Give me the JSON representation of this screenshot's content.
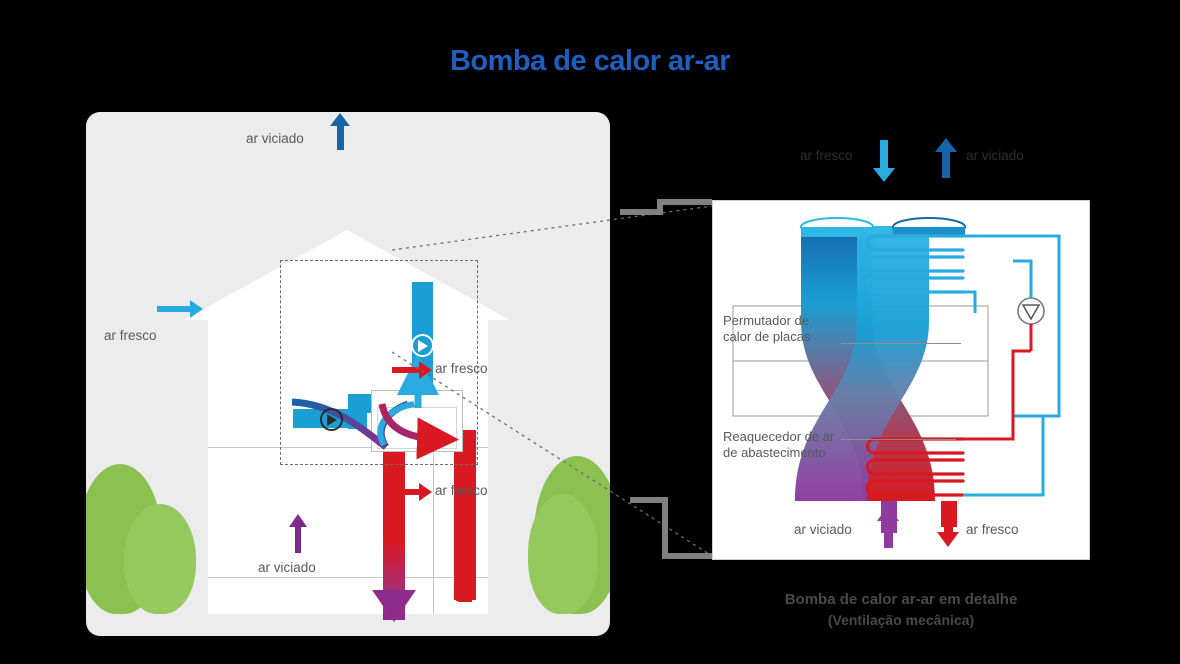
{
  "title": "Bomba de calor ar-ar",
  "colors": {
    "title_blue": "#1f5fbf",
    "cool_cyan": "#29abe2",
    "cool_blue": "#1565a8",
    "hot_red": "#d81921",
    "purple": "#8e3a9e",
    "bush_green": "#8cc152",
    "label_gray": "#58595b"
  },
  "house_panel": {
    "name": "house-cutaway",
    "labels": {
      "exhaust_top": "ar viciado",
      "fresh_intake": "ar fresco",
      "supply_upper": "ar fresco",
      "supply_lower": "ar fresco",
      "return_bottom": "ar viciado"
    },
    "icons": {
      "fan_top": "fan-icon",
      "fan_intake": "fan-icon"
    }
  },
  "detail_panel": {
    "name": "heat-pump-detail",
    "top_labels": {
      "left": "ar fresco",
      "right": "ar viciado"
    },
    "bottom_labels": {
      "left": "ar viciado",
      "right": "ar fresco"
    },
    "component_labels": {
      "heat_exchanger": "Permutador de calor de placas",
      "reheater": "Reaquecedor de ar de abastecimento"
    },
    "icons": {
      "compressor": "compressor-valve-icon"
    }
  },
  "caption": {
    "line1": "Bomba de calor ar-ar em detalhe",
    "line2": "(Ventilação mecânica)"
  }
}
